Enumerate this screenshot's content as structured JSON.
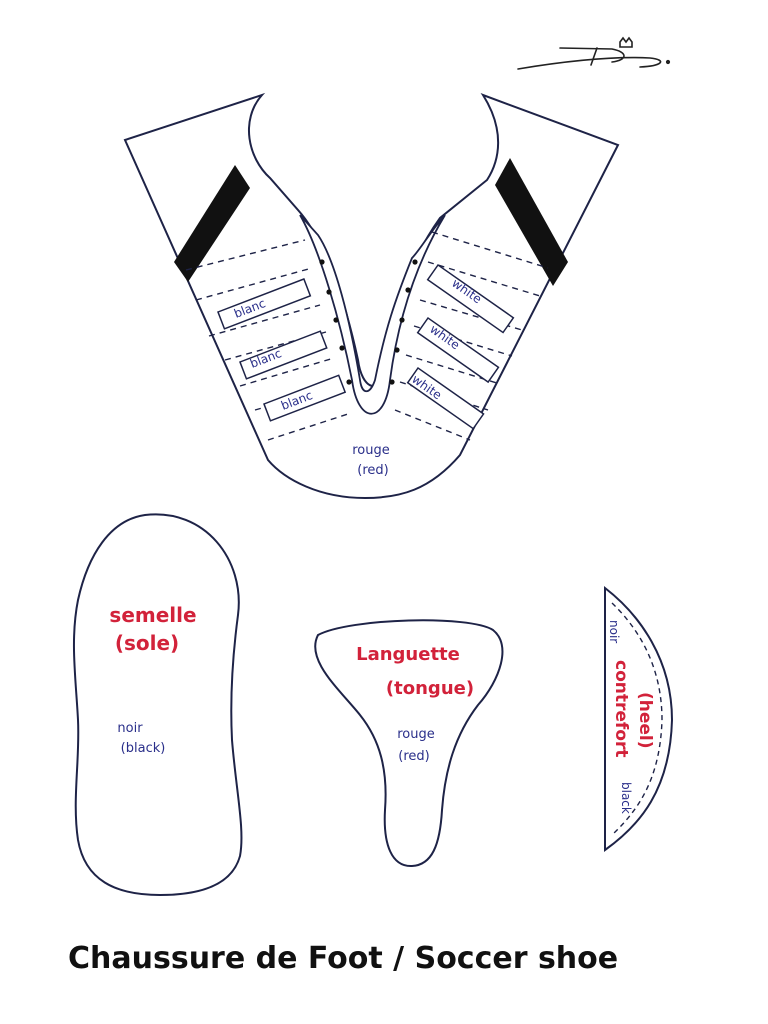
{
  "colors": {
    "outline": "#1e2347",
    "stripe": "#111111",
    "blue_ink": "#2a2f8a",
    "red_ink": "#d2223a"
  },
  "upper": {
    "left_stripes": [
      "blanc",
      "blanc",
      "blanc"
    ],
    "right_stripes": [
      "white",
      "white",
      "white"
    ],
    "toe_label": "rouge",
    "toe_label_en": "(red)"
  },
  "sole": {
    "title": "semelle",
    "title_en": "(sole)",
    "color": "noir",
    "color_en": "(black)"
  },
  "tongue": {
    "title": "Languette",
    "title_en": "(tongue)",
    "color": "rouge",
    "color_en": "(red)"
  },
  "heel": {
    "title": "contrefort",
    "title_en": "(heel)",
    "color": "noir",
    "color_en": "black"
  },
  "page_title": "Chaussure de Foot / Soccer shoe"
}
